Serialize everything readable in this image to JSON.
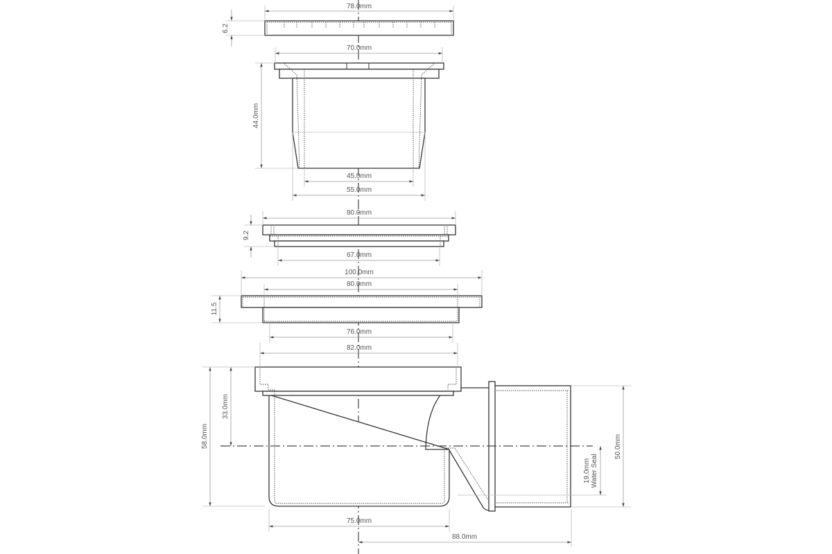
{
  "drawing": {
    "title": "Shower trap exploded technical drawing",
    "parts": [
      {
        "name": "grate",
        "dims": {
          "width": "78.0mm",
          "height": "6.2"
        }
      },
      {
        "name": "strainer-cup",
        "dims": {
          "top": "70.0mm",
          "height": "44.0mm",
          "inner": "45.0mm",
          "outer": "55.0mm"
        }
      },
      {
        "name": "clamp-ring",
        "dims": {
          "width": "80.0mm",
          "height": "9.2",
          "bottom": "67.0mm"
        }
      },
      {
        "name": "flange",
        "dims": {
          "outer": "100.0mm",
          "inner": "80.0mm",
          "height": "11.5",
          "bottom": "76.0mm"
        }
      },
      {
        "name": "trap-body",
        "dims": {
          "top": "82.0mm",
          "height": "58.0mm",
          "seal_depth": "33.0mm",
          "body_width": "75.0mm",
          "outlet_length": "88.0mm",
          "outlet_dia": "50.0mm",
          "water_seal": "19.0mm",
          "water_seal_label": "Water Seal"
        }
      }
    ]
  },
  "labels": {
    "d78": "78.0mm",
    "d62": "6.2",
    "d70": "70.0mm",
    "d44": "44.0mm",
    "d45": "45.0mm",
    "d55": "55.0mm",
    "d80a": "80.0mm",
    "d92": "9.2",
    "d67": "67.0mm",
    "d100": "100.0mm",
    "d80b": "80.0mm",
    "d115": "11.5",
    "d76": "76.0mm",
    "d82": "82.0mm",
    "d33": "33.0mm",
    "d58": "58.0mm",
    "d75": "75.0mm",
    "d88": "88.0mm",
    "d50": "50.0mm",
    "d19": "19.0mm",
    "ws": "Water Seal"
  }
}
